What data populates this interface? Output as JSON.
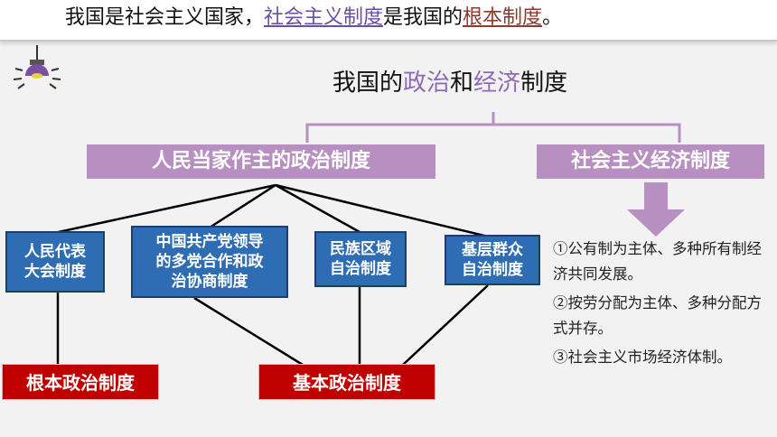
{
  "header": {
    "part1": "我国是社会主义国家，",
    "underline1": "社会主义制度",
    "part2": "是我国的",
    "underline2": "根本制度",
    "part3": "。"
  },
  "subtitle": {
    "part1": "我国的",
    "hl1": "政治",
    "part2": "和",
    "hl2": "经济",
    "part3": "制度"
  },
  "political": {
    "label": "人民当家作主的政治制度",
    "systems": [
      "人民代表\n大会制度",
      "中国共产党领导\n的多党合作和政\n治协商制度",
      "民族区域\n自治制度",
      "基层群众\n自治制度"
    ],
    "fundamental": "根本政治制度",
    "basic": "基本政治制度"
  },
  "economic": {
    "label": "社会主义经济制度",
    "items": [
      "①公有制为主体、多种所有制经济共同发展。",
      "②按劳分配为主体、多种分配方式并存。",
      "③社会主义市场经济体制。"
    ]
  },
  "colors": {
    "purple": "#b78fc1",
    "blue": "#2e6db3",
    "red": "#c00000",
    "highlight": "#8e6bb5"
  },
  "icons": [
    "lightbulb-icon",
    "down-arrow-icon"
  ]
}
